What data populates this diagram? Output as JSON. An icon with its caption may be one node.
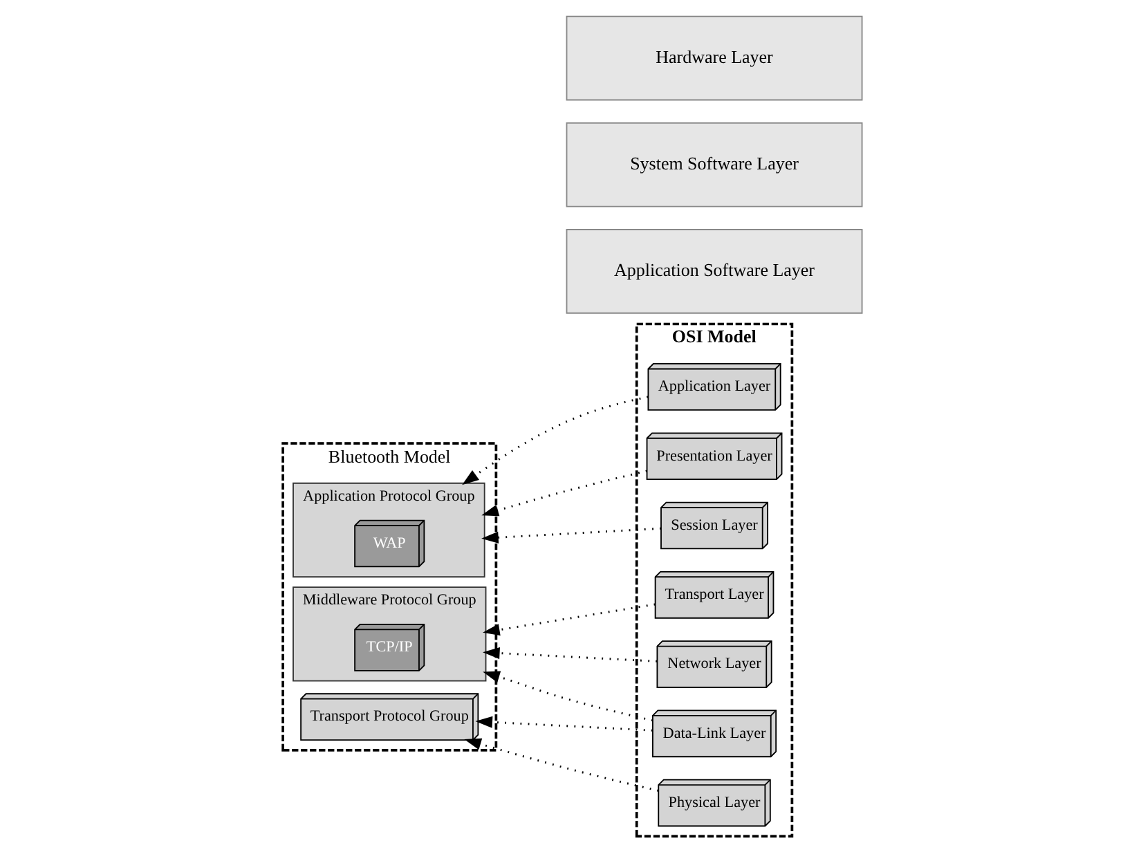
{
  "diagram": {
    "nodes": [
      {
        "text": [
          "Bluetooth Model"
        ]
      },
      {
        "text": [
          "Application Protocol Group"
        ],
        "in": 0
      },
      {
        "text": [
          "WAP"
        ],
        "in": 1
      },
      {
        "text": [
          "Middleware Protocol Group"
        ],
        "in": 0
      },
      {
        "text": [
          "TCP/IP"
        ],
        "in": 3
      },
      {
        "text": [
          "Transport Protocol Group"
        ],
        "in": 0
      },
      {
        "text": [
          "OSI Model"
        ]
      },
      {
        "text": [
          "Application Layer"
        ],
        "in": 6
      },
      {
        "text": [
          "Presentation Layer"
        ],
        "in": 6
      },
      {
        "text": [
          "Session Layer"
        ],
        "in": 6
      },
      {
        "text": [
          "Transport Layer"
        ],
        "in": 6
      },
      {
        "text": [
          "Network Layer"
        ],
        "in": 6
      },
      {
        "text": [
          "Data-Link Layer"
        ],
        "in": 6
      },
      {
        "text": [
          "Physical Layer"
        ],
        "in": 6
      },
      {
        "text": [
          "Application Software Layer"
        ]
      },
      {
        "text": [
          "System Software Layer"
        ]
      },
      {
        "text": [
          "Hardware Layer"
        ]
      }
    ],
    "edges": [
      {
        "from": 7,
        "to": 1,
        "arrow": "to",
        "style": "dashed"
      },
      {
        "from": 8,
        "to": 1,
        "arrow": "to",
        "style": "dashed"
      },
      {
        "from": 9,
        "to": 1,
        "arrow": "to",
        "style": "dashed"
      },
      {
        "from": 10,
        "to": 3,
        "arrow": "to",
        "style": "dashed"
      },
      {
        "from": 11,
        "to": 3,
        "arrow": "to",
        "style": "dashed"
      },
      {
        "from": 12,
        "to": 3,
        "arrow": "to",
        "style": "dashed"
      },
      {
        "from": 12,
        "to": 5,
        "arrow": "to",
        "style": "dashed"
      },
      {
        "from": 13,
        "to": 5,
        "arrow": "to",
        "style": "dashed"
      }
    ]
  }
}
